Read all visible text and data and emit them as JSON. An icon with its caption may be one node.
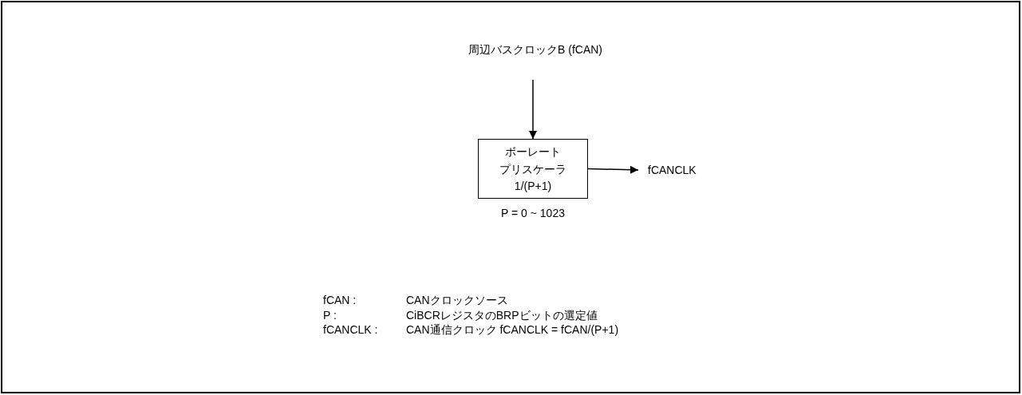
{
  "diagram": {
    "nodes": [
      {
        "text": [
          "周辺バスクロックB (fCAN)"
        ]
      },
      {
        "text": [
          "ボーレート",
          "プリスケーラ",
          "1/(P+1)"
        ],
        "beside": [
          "P = 0 ~ 1023"
        ]
      },
      {
        "text": [
          "fCANCLK"
        ]
      }
    ],
    "edges": [
      {
        "from": 0,
        "to": 1,
        "arrow": "to"
      },
      {
        "from": 1,
        "to": 2,
        "arrow": "to"
      }
    ],
    "labels": [
      "fCAN :",
      "CANクロックソース",
      "P :",
      "CiBCRレジスタのBRPビットの選定値",
      "fCANCLK :",
      "CAN通信クロック fCANCLK = fCAN/(P+1)"
    ]
  }
}
